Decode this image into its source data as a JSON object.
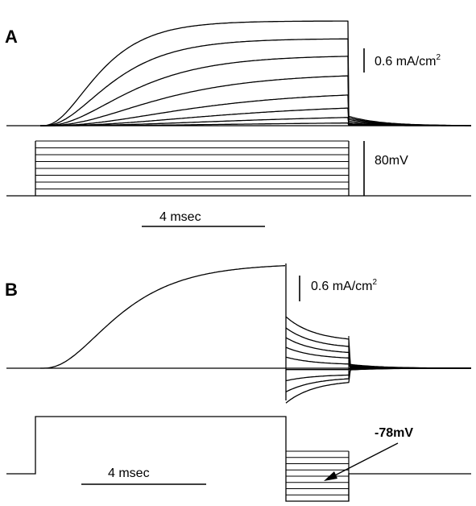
{
  "chart_data": [
    {
      "type": "line",
      "panel": "A",
      "subplot": "current",
      "scale_bar": {
        "value": 0.6,
        "unit": "mA/cm²",
        "label": "0.6 mA/cm",
        "label_sup": "2"
      },
      "time_ms": {
        "step_on": 0.0,
        "step_off": 9.8,
        "end": 14.4
      },
      "series": [
        {
          "steady_state": 3.15,
          "tau_ms": 2.6,
          "tail_tau_ms": 1.0
        },
        {
          "steady_state": 2.62,
          "tau_ms": 3.2,
          "tail_tau_ms": 1.0
        },
        {
          "steady_state": 2.12,
          "tau_ms": 4.1,
          "tail_tau_ms": 1.0
        },
        {
          "steady_state": 1.58,
          "tau_ms": 5.3,
          "tail_tau_ms": 1.0
        },
        {
          "steady_state": 1.05,
          "tau_ms": 6.8,
          "tail_tau_ms": 1.0
        },
        {
          "steady_state": 0.68,
          "tau_ms": 8.5,
          "tail_tau_ms": 1.0
        },
        {
          "steady_state": 0.36,
          "tau_ms": 10.0,
          "tail_tau_ms": 1.0
        },
        {
          "steady_state": 0.14,
          "tau_ms": 12.0,
          "tail_tau_ms": 1.0
        }
      ]
    },
    {
      "type": "line",
      "panel": "A",
      "subplot": "voltage",
      "scale_bar": {
        "value": 80,
        "unit": "mV",
        "label": "80mV"
      },
      "time_scale_bar": {
        "value": 4,
        "unit": "ms",
        "label": "4 msec"
      },
      "step_levels": [
        10,
        20,
        30,
        40,
        50,
        60,
        70,
        80
      ]
    },
    {
      "type": "line",
      "panel": "B",
      "subplot": "current",
      "scale_bar": {
        "value": 0.6,
        "unit": "mA/cm²",
        "label": "0.6 mA/cm",
        "label_sup": "2"
      },
      "prepulse_peak": 3.2,
      "tail_series": [
        {
          "start": 1.85,
          "end": 0.95
        },
        {
          "start": 1.45,
          "end": 0.7
        },
        {
          "start": 1.1,
          "end": 0.5
        },
        {
          "start": 0.75,
          "end": 0.32
        },
        {
          "start": 0.4,
          "end": 0.12
        },
        {
          "start": -0.05,
          "end": -0.05
        },
        {
          "start": -0.45,
          "end": -0.22
        },
        {
          "start": -0.85,
          "end": -0.32
        },
        {
          "start": -1.25,
          "end": -0.42
        }
      ]
    },
    {
      "type": "line",
      "panel": "B",
      "subplot": "voltage",
      "annotation": "-78mV",
      "time_scale_bar": {
        "value": 4,
        "unit": "ms",
        "label": "4 msec"
      },
      "tail_levels": 9
    }
  ],
  "panels": {
    "A": {
      "letter": "A"
    },
    "B": {
      "letter": "B"
    }
  }
}
